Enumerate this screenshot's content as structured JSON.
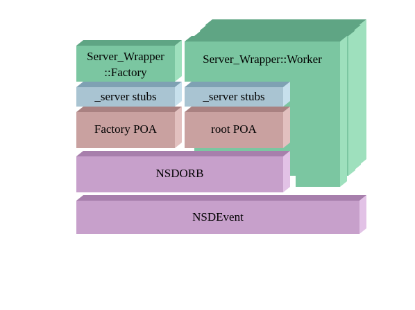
{
  "diagram": {
    "factory_label_line1": "Server_Wrapper",
    "factory_label_line2": "::Factory",
    "worker_label": "Server_Wrapper::Worker",
    "factory_stubs_label": "_server stubs",
    "worker_stubs_label": "_server stubs",
    "factory_poa_label": "Factory POA",
    "root_poa_label": "root POA",
    "nsdorb_label": "NSDORB",
    "nsdevent_label": "NSDEvent"
  },
  "colors": {
    "green_front": "#7bc6a1",
    "green_top": "#5fa584",
    "green_side": "#9ee0bd",
    "blue_front": "#a9c4d2",
    "blue_top": "#7fa1b3",
    "blue_side": "#c7e0ec",
    "rose_front": "#c9a1a0",
    "rose_top": "#a98181",
    "rose_side": "#e2c0bf",
    "purple_front": "#c7a0cb",
    "purple_top": "#a77fac",
    "purple_side": "#e2c2e6"
  }
}
